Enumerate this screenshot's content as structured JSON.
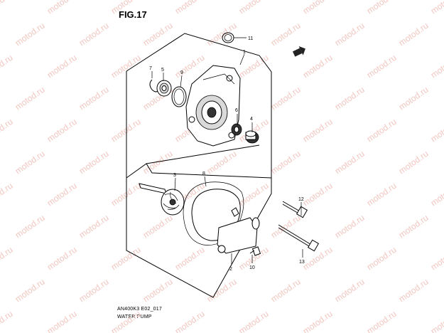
{
  "figure": {
    "title": "FIG.17",
    "code": "AN400K3 E02_017",
    "name": "WATER PUMP"
  },
  "watermark": {
    "text": "motod.ru",
    "color": "#f2c7c1"
  },
  "callouts": [
    "1",
    "2",
    "3",
    "4",
    "5",
    "6",
    "7",
    "8",
    "9",
    "10",
    "11",
    "12",
    "13"
  ],
  "icons": {
    "front_arrow": "front-arrow-icon"
  }
}
